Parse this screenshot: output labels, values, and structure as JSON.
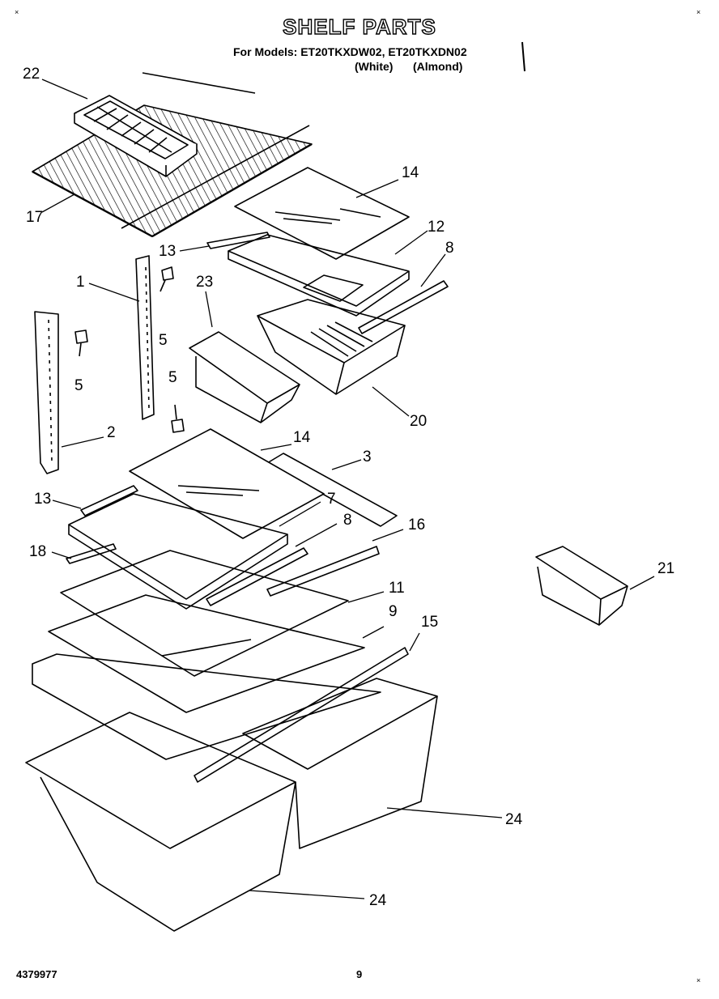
{
  "page": {
    "title": "SHELF PARTS",
    "models_line": "For Models: ET20TKXDW02, ET20TKXDN02",
    "variant_white": "(White)",
    "variant_almond": "(Almond)",
    "document_number": "4379977",
    "page_number": "9",
    "corner_mark": "×"
  },
  "callouts": [
    {
      "id": "c22",
      "text": "22"
    },
    {
      "id": "c17",
      "text": "17"
    },
    {
      "id": "c14a",
      "text": "14"
    },
    {
      "id": "c12",
      "text": "12"
    },
    {
      "id": "c13a",
      "text": "13"
    },
    {
      "id": "c8a",
      "text": "8"
    },
    {
      "id": "c23",
      "text": "23"
    },
    {
      "id": "c1",
      "text": "1"
    },
    {
      "id": "c5a",
      "text": "5"
    },
    {
      "id": "c5b",
      "text": "5"
    },
    {
      "id": "c5c",
      "text": "5"
    },
    {
      "id": "c20",
      "text": "20"
    },
    {
      "id": "c2",
      "text": "2"
    },
    {
      "id": "c14b",
      "text": "14"
    },
    {
      "id": "c3",
      "text": "3"
    },
    {
      "id": "c13b",
      "text": "13"
    },
    {
      "id": "c7",
      "text": "7"
    },
    {
      "id": "c8b",
      "text": "8"
    },
    {
      "id": "c16",
      "text": "16"
    },
    {
      "id": "c18",
      "text": "18"
    },
    {
      "id": "c21",
      "text": "21"
    },
    {
      "id": "c11",
      "text": "11"
    },
    {
      "id": "c9",
      "text": "9"
    },
    {
      "id": "c15",
      "text": "15"
    },
    {
      "id": "c24a",
      "text": "24"
    },
    {
      "id": "c24b",
      "text": "24"
    }
  ]
}
